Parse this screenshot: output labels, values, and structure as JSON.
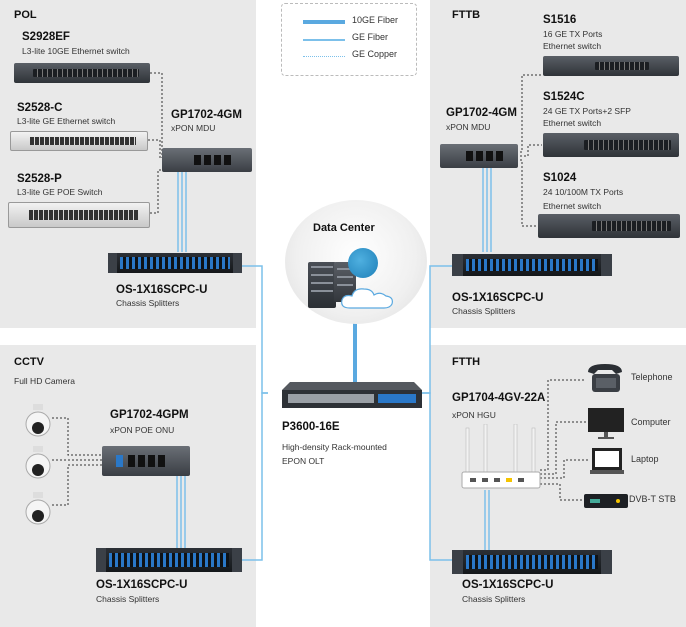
{
  "legend": {
    "items": [
      {
        "label": "10GE Fiber",
        "color": "#5aa9e0",
        "style": "thick"
      },
      {
        "label": "GE Fiber",
        "color": "#7cc0ea",
        "style": "thin"
      },
      {
        "label": "GE Copper",
        "color": "#7cc0ea",
        "style": "dotted"
      }
    ]
  },
  "pol": {
    "title": "POL",
    "switches": [
      {
        "model": "S2928EF",
        "desc": "L3-lite 10GE Ethernet switch"
      },
      {
        "model": "S2528-C",
        "desc": "L3-lite GE Ethernet switch"
      },
      {
        "model": "S2528-P",
        "desc": "L3-lite GE POE Switch"
      }
    ],
    "mdu": {
      "model": "GP1702-4GM",
      "desc": "xPON MDU"
    },
    "splitter": {
      "model": "OS-1X16SCPC-U",
      "desc": "Chassis  Splitters"
    }
  },
  "fttb": {
    "title": "FTTB",
    "mdu": {
      "model": "GP1702-4GM",
      "desc": "xPON MDU"
    },
    "switches": [
      {
        "model": "S1516",
        "desc1": "16 GE TX Ports",
        "desc2": "Ethernet switch"
      },
      {
        "model": "S1524C",
        "desc1": "24 GE TX Ports+2 SFP",
        "desc2": "Ethernet switch"
      },
      {
        "model": "S1024",
        "desc1": "24 10/100M TX Ports",
        "desc2": " Ethernet switch"
      }
    ],
    "splitter": {
      "model": "OS-1X16SCPC-U",
      "desc": "Chassis  Splitters"
    }
  },
  "datacenter": {
    "label": "Data Center"
  },
  "olt": {
    "model": "P3600-16E",
    "desc1": "High-density Rack-mounted",
    "desc2": "EPON OLT"
  },
  "cctv": {
    "title": "CCTV",
    "camera_label": "Full HD Camera",
    "onu": {
      "model": "GP1702-4GPM",
      "desc": "xPON POE ONU"
    },
    "splitter": {
      "model": "OS-1X16SCPC-U",
      "desc": "Chassis  Splitters"
    }
  },
  "ftth": {
    "title": "FTTH",
    "hgu": {
      "model": "GP1704-4GV-22A",
      "desc": "xPON HGU"
    },
    "endpoints": [
      {
        "label": "Telephone"
      },
      {
        "label": "Computer"
      },
      {
        "label": "Laptop"
      },
      {
        "label": "DVB-T STB"
      }
    ],
    "splitter": {
      "model": "OS-1X16SCPC-U",
      "desc": "Chassis  Splitters"
    }
  }
}
